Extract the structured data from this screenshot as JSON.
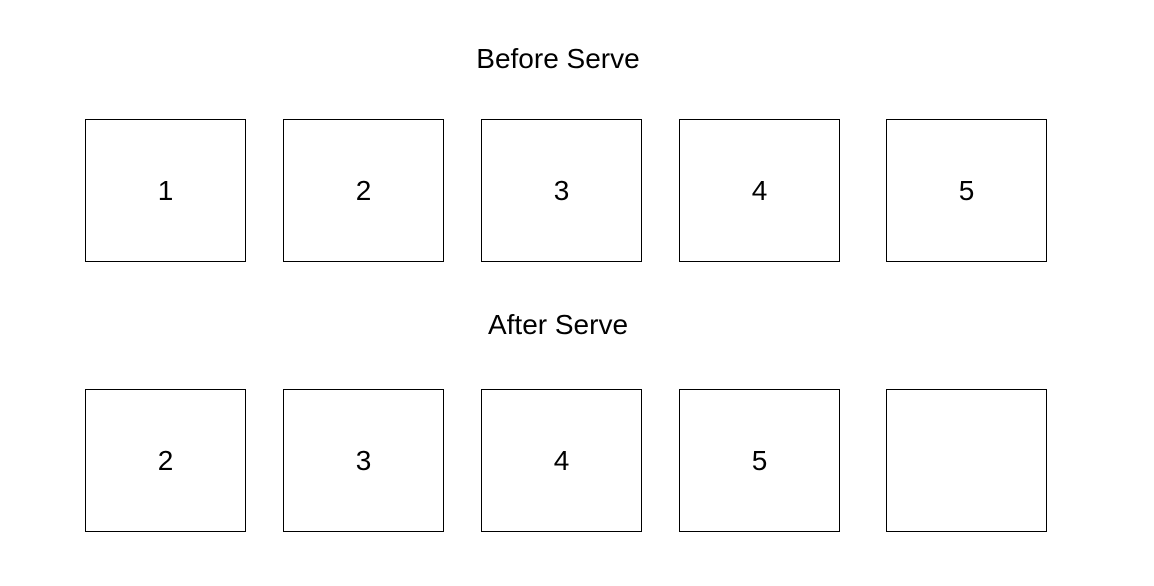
{
  "before": {
    "title": "Before Serve",
    "cells": [
      "1",
      "2",
      "3",
      "4",
      "5"
    ]
  },
  "after": {
    "title": "After Serve",
    "cells": [
      "2",
      "3",
      "4",
      "5",
      ""
    ]
  }
}
